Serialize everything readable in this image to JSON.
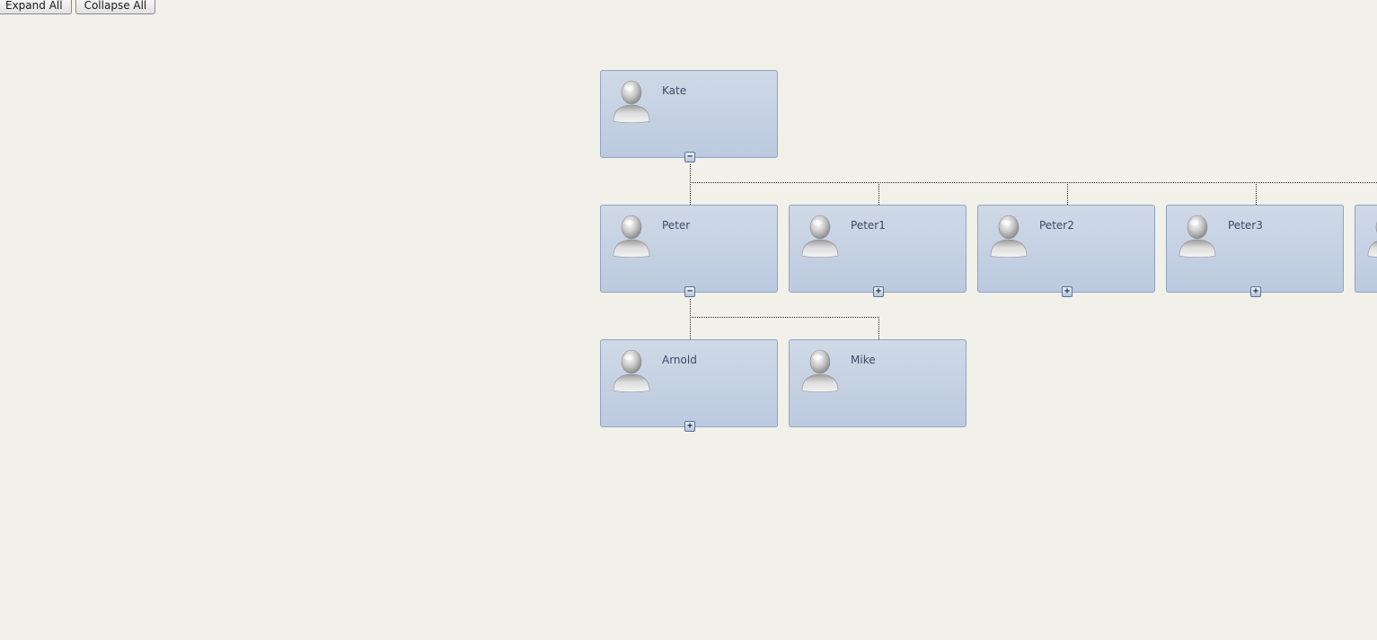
{
  "toolbar": {
    "expand_all": "Expand All",
    "collapse_all": "Collapse All"
  },
  "icons": {
    "avatar": "user-avatar-icon",
    "toggle_collapse": "minus",
    "toggle_expand": "plus"
  },
  "colors": {
    "background": "#f1f0e9",
    "node_top": "#cfd9e7",
    "node_bottom": "#bccadf",
    "node_border": "#8fa3c3",
    "name_text": "#3c4a63"
  },
  "org": {
    "kate": {
      "name": "Kate",
      "toggle": "−"
    },
    "peter": {
      "name": "Peter",
      "toggle": "−"
    },
    "peter1": {
      "name": "Peter1",
      "toggle": "+"
    },
    "peter2": {
      "name": "Peter2",
      "toggle": "+"
    },
    "peter3": {
      "name": "Peter3",
      "toggle": "+"
    },
    "arnold": {
      "name": "Arnold",
      "toggle": "+"
    },
    "mike": {
      "name": "Mike"
    }
  }
}
